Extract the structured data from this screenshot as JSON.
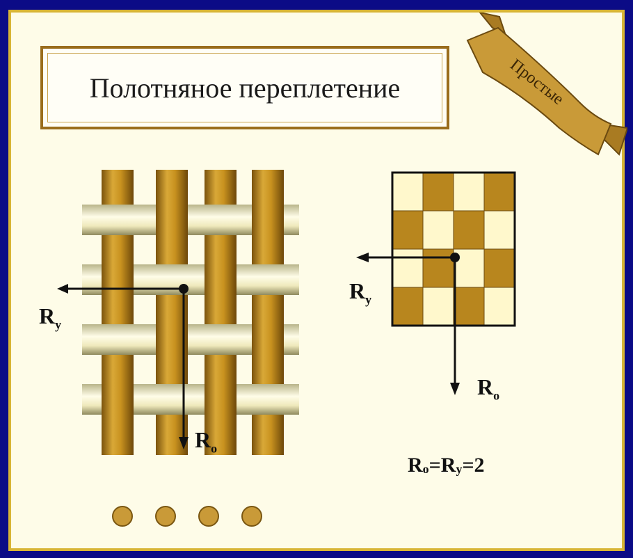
{
  "title": "Полотняное переплетение",
  "ribbon_text": "Простые",
  "weave_labels": {
    "weft_label": "R",
    "weft_sub": "y",
    "warp_label": "R",
    "warp_sub": "o"
  },
  "checker_labels": {
    "weft_label": "R",
    "weft_sub": "y",
    "warp_label": "R",
    "warp_sub": "o"
  },
  "formula": {
    "r1": "R",
    "s1": "o",
    "eq1": "=",
    "r2": "R",
    "s2": "y",
    "eq2": "=2"
  },
  "checker_pattern": [
    [
      0,
      1,
      0,
      1
    ],
    [
      1,
      0,
      1,
      0
    ],
    [
      0,
      1,
      0,
      1
    ],
    [
      1,
      0,
      1,
      0
    ]
  ],
  "dots_count": 4,
  "colors": {
    "background": "#0b0b86",
    "frame": "#d8b536",
    "gold": "#b8861e",
    "cream": "#fff8cc",
    "ribbon": "#c99a38"
  }
}
